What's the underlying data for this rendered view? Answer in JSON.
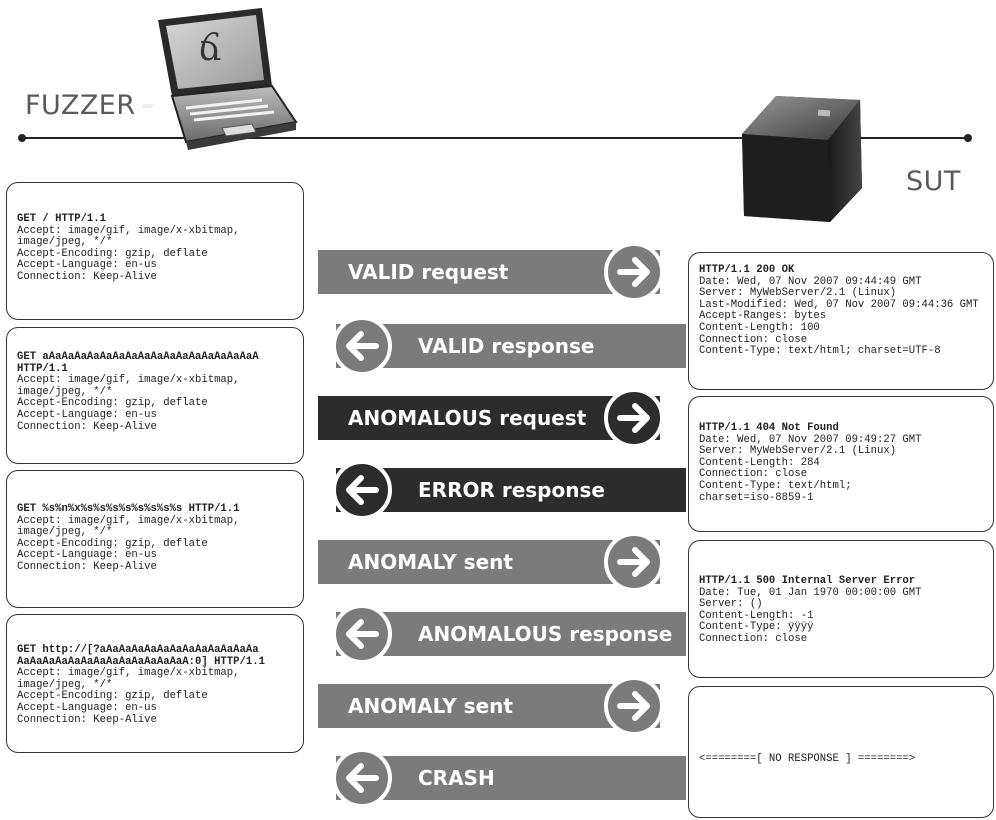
{
  "fuzzer_label": "FUZZER",
  "sut_label": "SUT",
  "laptop_glyph": "ճ",
  "colors": {
    "light": "#7b7b7b",
    "dark": "#2c2c2c",
    "text": "#222222"
  },
  "requests": [
    {
      "first_line": "GET / HTTP/1.1",
      "rest": "Accept: image/gif, image/x-xbitmap,\nimage/jpeg, */*\nAccept-Encoding: gzip, deflate\nAccept-Language: en-us\nConnection: Keep-Alive"
    },
    {
      "first_line": "GET aAaAaAaAaAaAaAaAaAaAaAaAaAaAaAaAaA\nHTTP/1.1",
      "rest": "Accept: image/gif, image/x-xbitmap,\nimage/jpeg, */*\nAccept-Encoding: gzip, deflate\nAccept-Language: en-us\nConnection: Keep-Alive"
    },
    {
      "first_line": "GET %s%n%x%s%s%s%s%s%s%s%s HTTP/1.1",
      "rest": "Accept: image/gif, image/x-xbitmap,\nimage/jpeg, */*\nAccept-Encoding: gzip, deflate\nAccept-Language: en-us\nConnection: Keep-Alive"
    },
    {
      "first_line": "GET http://[?aAaAaAaAaAaAaAaAaAaAaAaAa\nAaAaAaAaAaAaAaAaAaAaAaAaAaA:0] HTTP/1.1",
      "rest": "Accept: image/gif, image/x-xbitmap,\nimage/jpeg, */*\nAccept-Encoding: gzip, deflate\nAccept-Language: en-us\nConnection: Keep-Alive"
    }
  ],
  "responses": [
    {
      "first_line": "HTTP/1.1 200 OK",
      "rest": "Date: Wed, 07 Nov 2007 09:44:49 GMT\nServer: MyWebServer/2.1 (Linux)\nLast-Modified: Wed, 07 Nov 2007 09:44:36 GMT\nAccept-Ranges: bytes\nContent-Length: 100\nConnection: close\nContent-Type: text/html; charset=UTF-8"
    },
    {
      "first_line": "HTTP/1.1 404 Not Found",
      "rest": "Date: Wed, 07 Nov 2007 09:49:27 GMT\nServer: MyWebServer/2.1 (Linux)\nContent-Length: 284\nConnection: close\nContent-Type: text/html;\ncharset=iso-8859-1"
    },
    {
      "first_line": "HTTP/1.1 500 Internal Server Error",
      "rest": "Date: Tue, 01 Jan 1970 00:00:00 GMT\nServer: ()\nContent-Length: -1\nContent-Type: ÿÿÿÿ\nConnection: close"
    },
    {
      "first_line": "",
      "rest": "<========[ NO RESPONSE ] ========>"
    }
  ],
  "arrows": [
    {
      "label": "VALID request",
      "direction": "right",
      "shade": "light"
    },
    {
      "label": "VALID response",
      "direction": "left",
      "shade": "light"
    },
    {
      "label": "ANOMALOUS request",
      "direction": "right",
      "shade": "dark"
    },
    {
      "label": "ERROR response",
      "direction": "left",
      "shade": "dark"
    },
    {
      "label": "ANOMALY sent",
      "direction": "right",
      "shade": "light"
    },
    {
      "label": "ANOMALOUS response",
      "direction": "left",
      "shade": "light"
    },
    {
      "label": "ANOMALY sent",
      "direction": "right",
      "shade": "light"
    },
    {
      "label": "CRASH",
      "direction": "left",
      "shade": "light"
    }
  ]
}
